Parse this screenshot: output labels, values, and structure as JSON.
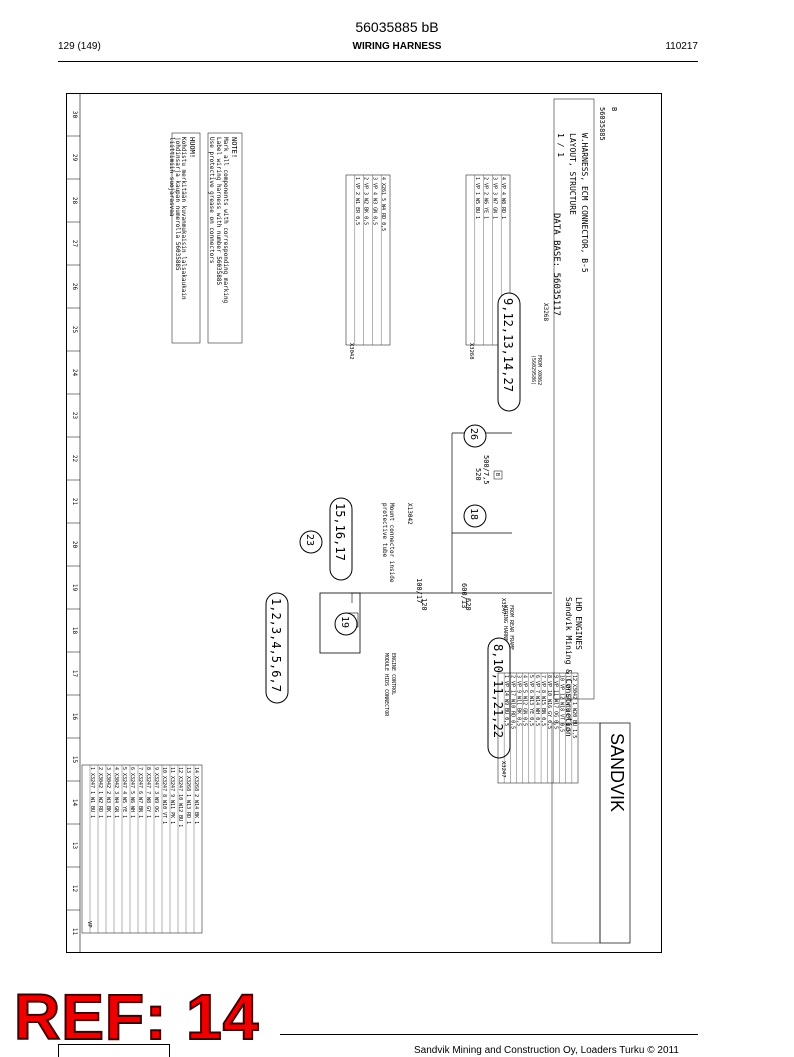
{
  "header": {
    "doc_id": "56035885 bB",
    "page": "129 (149)",
    "section": "WIRING HARNESS",
    "date_code": "110217"
  },
  "drawing": {
    "zone_numbers": [
      "11",
      "12",
      "13",
      "14",
      "15",
      "16",
      "17",
      "18",
      "19",
      "20",
      "21",
      "22",
      "23",
      "24",
      "25",
      "26",
      "27",
      "28",
      "29",
      "30"
    ],
    "callouts": {
      "c1": "1,2,3,4,5,6,7",
      "c2": "8,10,11,21,22",
      "c3": "15,16,17",
      "c4": "19",
      "c5": "23",
      "c6": "18",
      "c7": "26",
      "c8": "9,12,13,14,27"
    },
    "labels": {
      "vp": "VP",
      "ecm_note_1": "ENGINE CONTROL",
      "ecm_note_2": "MODULE HIDS CONNECTOR",
      "x3042": "X13042",
      "mount_note_1": "Mount connector inside",
      "mount_note_2": "protective tube",
      "len_100_17": "100/17",
      "len_120": "120",
      "len_600_13": "600/13",
      "len_620": "620",
      "len_520": "520",
      "len_500_7_5": "500/7,5",
      "box_b": "B",
      "x3247": "X3247",
      "from_frame_1": "FROM REAR FRAME",
      "from_frame_2": "WIRING HARNESS",
      "x3268": "X3268",
      "from_eng_1": "FROM X0862",
      "from_eng_2": "(56029586)",
      "huom_title": "HUOM!",
      "huom_1": "Kohdistu merkitään kuvanmukaisin lalsakaukain",
      "huom_2": "johdinsarja kaupan numerolla 56035885",
      "huom_3": "liittimiin suojarasvaa",
      "note_title": "NOTE!",
      "note_1": "Mark all components with corresponding marking",
      "note_2": "Label wiring harness with number 56035885",
      "note_3": "Use protective grease on connectors",
      "data_base": "DATA BASE: 56035117",
      "title_1": "W.HARNESS, ECM CONNECTOR, B-5",
      "title_2": "LAYOUT, STRUCTURE",
      "drawing_no": "56035885",
      "revision": "B",
      "sheet": "1 / 1",
      "company_1": "LHD ENGINES",
      "company_2": "Sandvik Mining & Construction",
      "logo": "SANDVIK"
    },
    "tables": {
      "x3042": {
        "title": "X3042",
        "rows": [
          "1 VP 2 W1 ER 0,5",
          "2 VP 3 W2 BK 0,5",
          "3 VP 4 W3 GN 0,5",
          "4 X261 5 W4 RD 0,5"
        ]
      },
      "x3268": {
        "title": "X3268",
        "rows": [
          "1 VP 1 W5 BU 1",
          "2 VP 2 W6 YE 1",
          "3 VP 3 W7 GN 1",
          "4 VP 4 W8 RD 1"
        ]
      },
      "x3247": {
        "title": "X3247",
        "rows": [
          "1 VP 14 W9 BU 0,5",
          "2 VP 17 W10 RD 0,5",
          "3 VP 9 W11 BK 0,5",
          "4 VP 5 W12 GN 0,5",
          "5 VP 6 W13 YE 0,5",
          "6 VP 7 W14 WH 0,5",
          "7 VP 8 W15 BN 0,5",
          "8 VP 10 W16 GY 0,5",
          "9 VP 11 W17 OG 0,5",
          "10 VP 12 W18 VT 0,5",
          "11 VP 13 W19 PK 0,5",
          "12 X3042 1 W20 BU 1,5"
        ]
      },
      "vp": {
        "title": "VP",
        "rows": [
          "1 X3247 1 W1 BU 1",
          "2 X3042 1 W2 RD 1",
          "3 X3042 2 W3 BK 1",
          "4 X3042 3 W4 GN 1",
          "5 X3247 4 W5 YE 1",
          "6 X3247 5 W6 WH 1",
          "7 X3247 6 W7 BN 1",
          "8 X3247 7 W8 GY 1",
          "9 X3247 3 W9 OG 1",
          "10 X3247 8 W10 VT 1",
          "11 X3247 9 W11 PK 1",
          "12 X3247 10 W12 BU 1",
          "13 X3268 1 W13 RD 1",
          "14 X3268 2 W14 BK 1"
        ]
      }
    }
  },
  "footer": {
    "stamp": "REF: 14",
    "copyright": "Sandvik Mining and Construction Oy, Loaders Turku © 2011"
  }
}
